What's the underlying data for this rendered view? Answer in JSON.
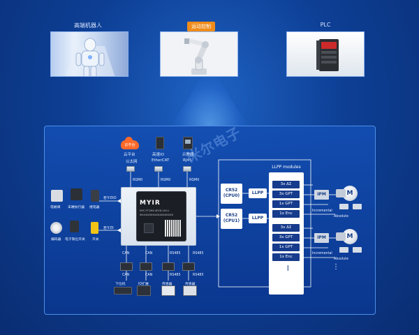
{
  "apps": {
    "robot_label": "高端机器人",
    "motion_label": "运动控制",
    "plc_label": "PLC"
  },
  "diagram": {
    "cloud": "云平台",
    "cloud_sub": "云平台",
    "hmi_io": "高速IO",
    "display": "示教器",
    "ethernet": "以太网",
    "ethercat": "EtherCAT",
    "rj45": "RJ45",
    "rgmii": "RGMII",
    "io_di_do": "若干DIO",
    "io_di": "若干DI",
    "left_devices": {
      "valve": "电磁阀",
      "actuator": "末端执行器",
      "relay": "继电器",
      "encoder": "编码器",
      "limit": "电子限位开关",
      "switch": "开关"
    },
    "chip": {
      "brand": "MYIR",
      "line1": "MYC-YT1MX-4E2D-100-I",
      "line2": "SN:XXXXXXXXXXXXXXXXX"
    },
    "bus": {
      "can": "CAN",
      "rs485": "RS485"
    },
    "bottom_devices": {
      "host": "下位机",
      "io_ext": "IO扩展",
      "sensor1": "传感器",
      "sensor2": "传感器"
    },
    "watermark": "米尔电子",
    "cores": {
      "cr52_0_line1": "CR52",
      "cr52_0_line2": "(CPU0)",
      "cr52_1_line1": "CR52",
      "cr52_1_line2": "(CPU1)",
      "llpp": "LLPP"
    },
    "llpp_modules": {
      "title": "LLPP modules",
      "group1": [
        "3x ΔΣ",
        "3x GPT",
        "1x GPT",
        "1x Enc"
      ],
      "group2": [
        "3x ΔΣ",
        "3x GPT",
        "1x GPT",
        "1x Enc"
      ],
      "dots": "⋮"
    },
    "drive": {
      "ipm": "IPM",
      "motor": "M",
      "incremental": "Incremental",
      "absolute": "Absolute"
    }
  },
  "colors": {
    "accent": "#f08c1a",
    "panel": "#0f4aa8",
    "module": "#163b8c",
    "cloud": "#ff6a2a"
  }
}
